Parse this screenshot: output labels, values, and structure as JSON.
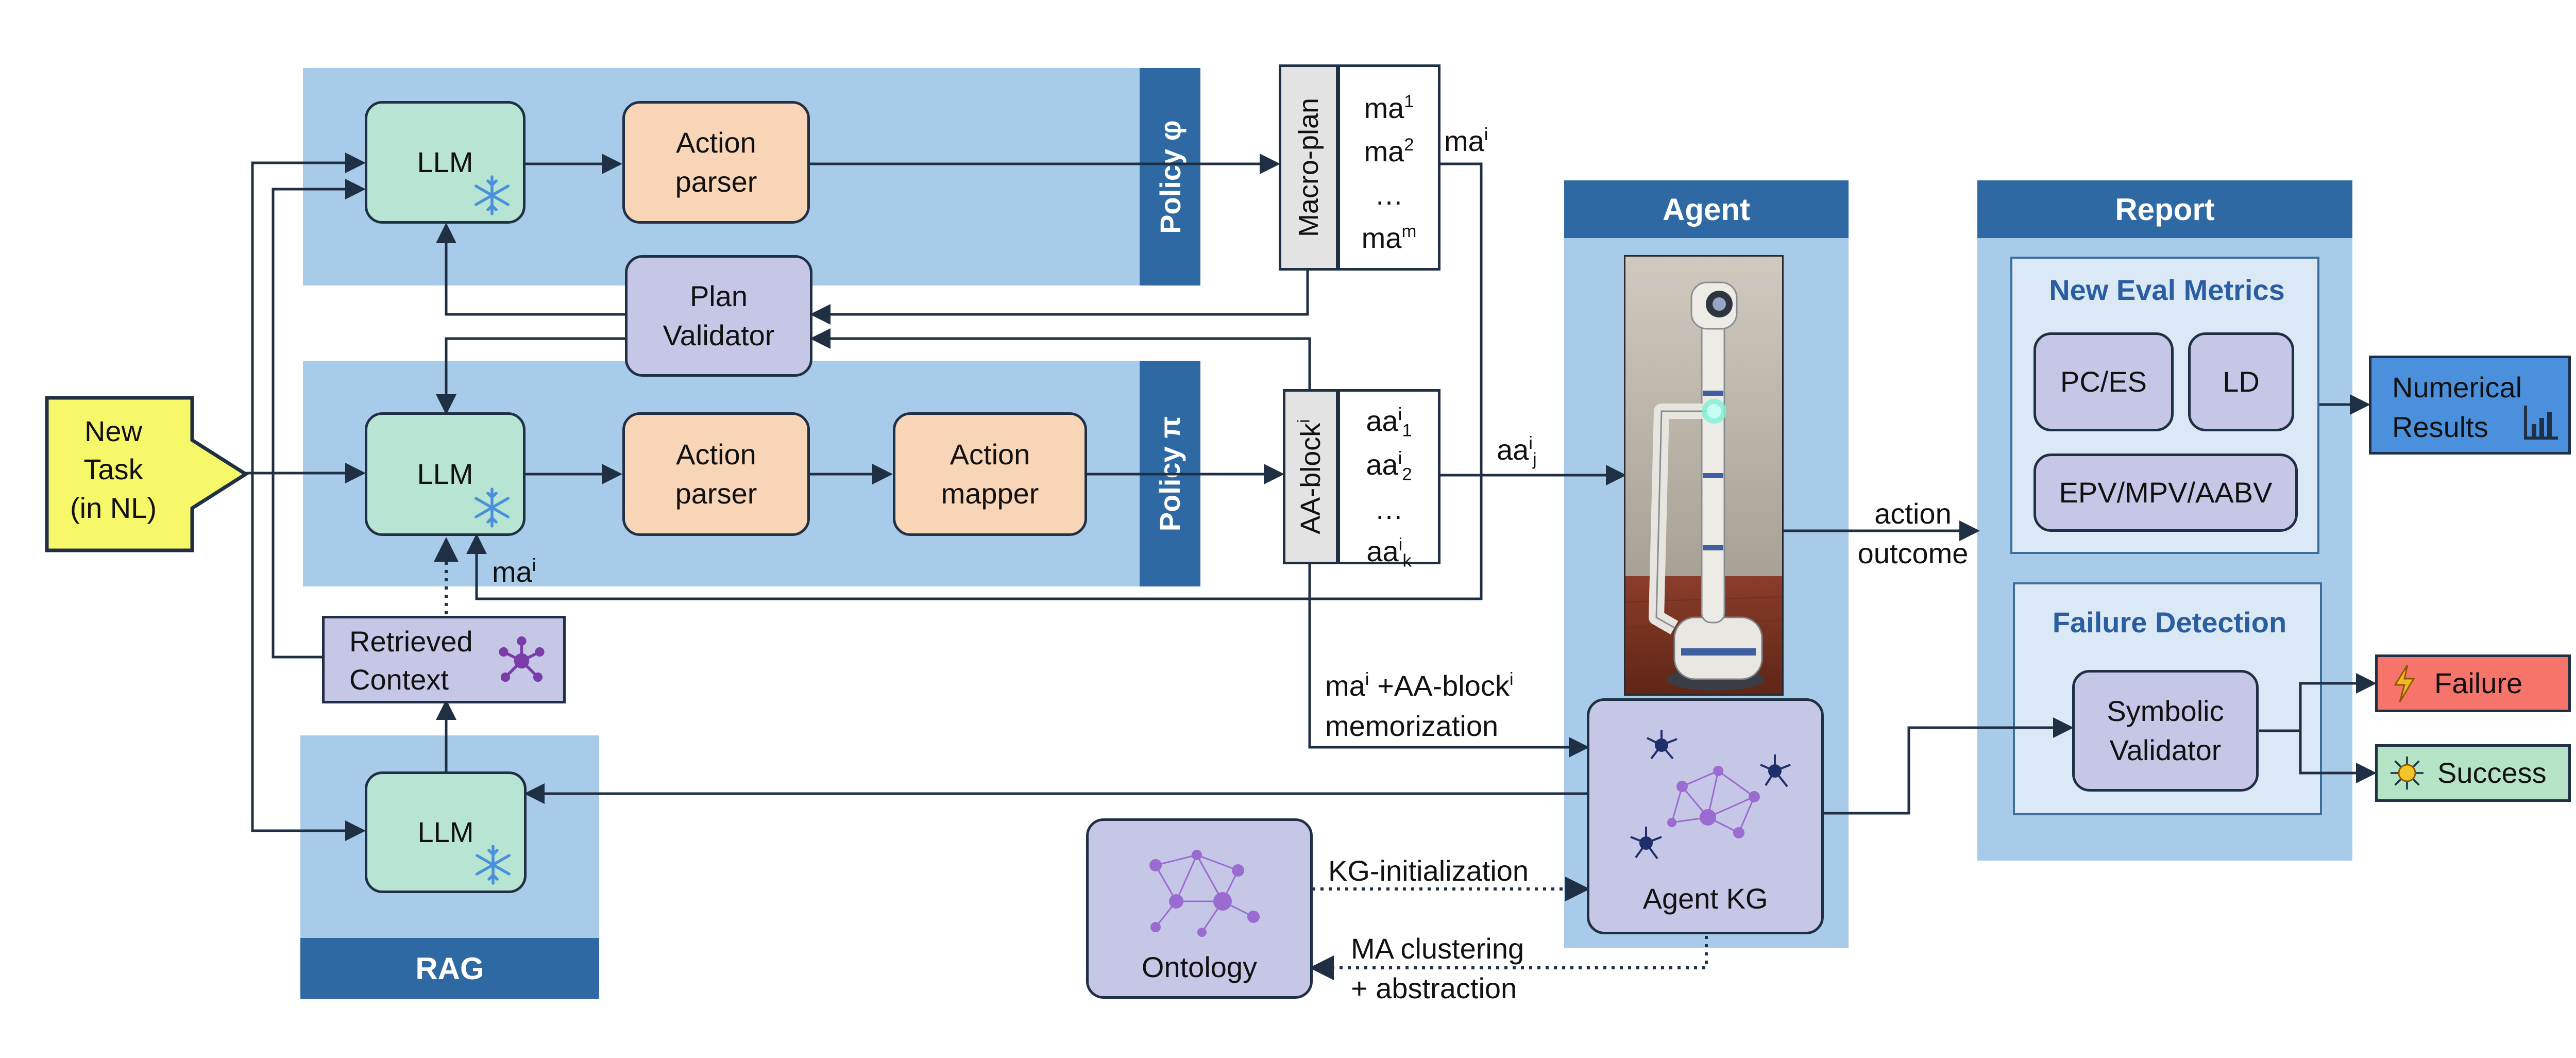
{
  "input": {
    "line1": "New",
    "line2": "Task",
    "line3": "(in NL)"
  },
  "policy_phi": {
    "llm": "LLM",
    "parser_line1": "Action",
    "parser_line2": "parser",
    "band": "Policy φ"
  },
  "policy_pi": {
    "llm": "LLM",
    "parser_line1": "Action",
    "parser_line2": "parser",
    "mapper_line1": "Action",
    "mapper_line2": "mapper",
    "band": "Policy π"
  },
  "validator": {
    "line1": "Plan",
    "line2": "Validator"
  },
  "retrieved": {
    "line1": "Retrieved",
    "line2": "Context"
  },
  "rag": {
    "llm": "LLM",
    "band": "RAG"
  },
  "macro_plan": {
    "label": "Macro-plan",
    "items": [
      "ma",
      "ma",
      "…",
      "ma"
    ],
    "sups": [
      "1",
      "2",
      "",
      "m"
    ]
  },
  "aa_block": {
    "label": "AA-block",
    "label_sup": "i",
    "items": [
      "aa",
      "aa",
      "…",
      "aa"
    ],
    "item_sup": "i",
    "subs": [
      "1",
      "2",
      "",
      "k"
    ]
  },
  "edge_labels": {
    "ma_i_top": "ma",
    "ma_i_top_sup": "i",
    "ma_i_bottom": "ma",
    "ma_i_bottom_sup": "i",
    "aa_j": "aa",
    "aa_j_sup": "i",
    "aa_j_sub": "j",
    "mem_line1_a": "ma",
    "mem_line1_sup1": "i",
    "mem_line1_b": " +AA-block",
    "mem_line1_sup2": "i",
    "mem_line2": "memorization",
    "action": "action",
    "outcome": "outcome",
    "kg_init": "KG-initialization",
    "ma_cluster_1": "MA clustering",
    "ma_cluster_2": "+ abstraction"
  },
  "agent": {
    "title": "Agent",
    "kg_label": "Agent KG"
  },
  "ontology": {
    "label": "Ontology"
  },
  "report": {
    "title": "Report",
    "metrics_title": "New Eval Metrics",
    "m1": "PC/ES",
    "m2": "LD",
    "m3": "EPV/MPV/AABV",
    "failure_title": "Failure Detection",
    "sv_line1": "Symbolic",
    "sv_line2": "Validator"
  },
  "numerical": {
    "line1": "Numerical",
    "line2": "Results"
  },
  "outcomes": {
    "failure": "Failure",
    "success": "Success"
  },
  "colors": {
    "panel": "#a9cbea",
    "band": "#2f69a3",
    "llm": "#b8e5d3",
    "parser": "#f8d5b6",
    "lavender": "#c6c7e6",
    "input": "#f7f76a",
    "numerical": "#4a90dc",
    "failure": "#f7746b",
    "success": "#b5e3c6",
    "arrow": "#1f2f44"
  },
  "icons": [
    "snowflake-icon",
    "network-icon",
    "bar-chart-icon",
    "lightning-icon",
    "star-icon",
    "robot-image"
  ]
}
